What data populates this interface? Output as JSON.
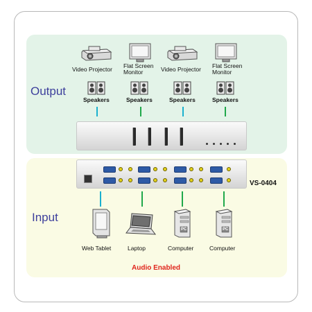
{
  "output": {
    "section_label": "Output",
    "devices": [
      {
        "label": "Video Projector",
        "icon": "projector-icon"
      },
      {
        "label": "Flat Screen Monitor",
        "icon": "monitor-icon"
      },
      {
        "label": "Video Projector",
        "icon": "projector-icon"
      },
      {
        "label": "Flat Screen Monitor",
        "icon": "monitor-icon"
      }
    ],
    "speakers": [
      {
        "label": "Speakers"
      },
      {
        "label": "Speakers"
      },
      {
        "label": "Speakers"
      },
      {
        "label": "Speakers"
      }
    ]
  },
  "input": {
    "section_label": "Input",
    "devices": [
      {
        "label": "Web Tablet",
        "icon": "web-tablet-icon"
      },
      {
        "label": "Laptop",
        "icon": "laptop-icon"
      },
      {
        "label": "Computer",
        "icon": "computer-tower-icon",
        "badge": "PC"
      },
      {
        "label": "Computer",
        "icon": "computer-tower-icon",
        "badge": "PC"
      }
    ]
  },
  "switch": {
    "model": "VS-0404"
  },
  "footer": {
    "audio_label": "Audio Enabled"
  },
  "colors": {
    "output_panel": "#e3f3e8",
    "input_panel": "#fafbe4",
    "section_text": "#3d3f9c",
    "cable_cyan": "#1ab0cf",
    "cable_green": "#1fa84a",
    "audio_text": "#e0241b"
  }
}
